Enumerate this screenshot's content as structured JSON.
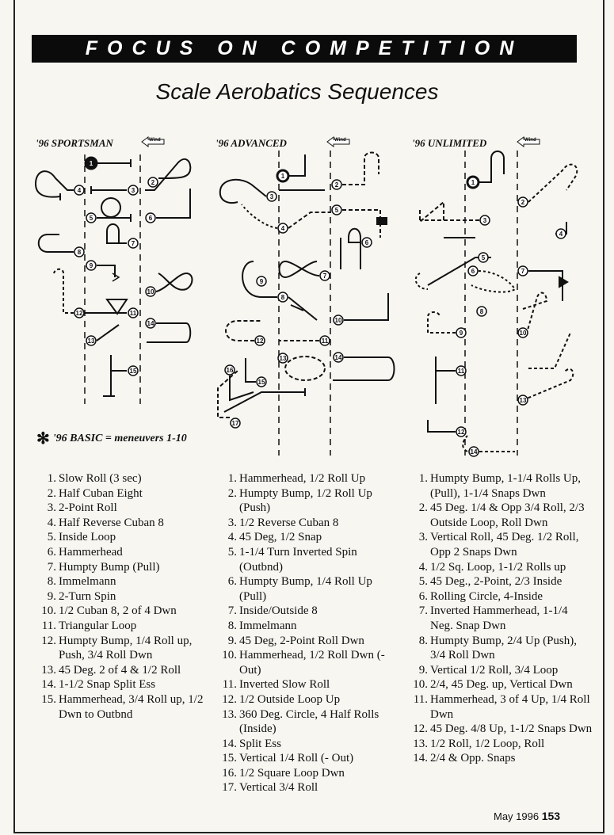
{
  "header": {
    "banner": "FOCUS ON COMPETITION",
    "title": "Scale Aerobatics Sequences"
  },
  "wind_label": "Wind",
  "columns": [
    {
      "heading": "'96 SPORTSMAN",
      "figure_numbers": [
        "1",
        "2",
        "3",
        "4",
        "5",
        "6",
        "7",
        "8",
        "9",
        "10",
        "11",
        "12",
        "13",
        "14",
        "15"
      ],
      "maneuvers": [
        "Slow Roll (3 sec)",
        "Half Cuban Eight",
        "2-Point Roll",
        "Half Reverse Cuban 8",
        "Inside Loop",
        "Hammerhead",
        "Humpty Bump (Pull)",
        "Immelmann",
        "2-Turn Spin",
        "1/2 Cuban 8, 2 of 4 Dwn",
        "Triangular Loop",
        "Humpty Bump, 1/4 Roll up, Push, 3/4 Roll Dwn",
        "45 Deg. 2 of 4 & 1/2 Roll",
        "1-1/2 Snap Split Ess",
        "Hammerhead, 3/4 Roll up, 1/2 Dwn to Outbnd"
      ]
    },
    {
      "heading": "'96 ADVANCED",
      "figure_numbers": [
        "1",
        "2",
        "3",
        "4",
        "5",
        "6",
        "7",
        "8",
        "9",
        "10",
        "11",
        "12",
        "13",
        "14",
        "15",
        "16",
        "17"
      ],
      "maneuvers": [
        "Hammerhead, 1/2 Roll Up",
        "Humpty Bump, 1/2 Roll Up (Push)",
        "1/2 Reverse Cuban 8",
        "45 Deg, 1/2 Snap",
        "1-1/4 Turn Inverted Spin (Outbnd)",
        "Humpty Bump, 1/4 Roll Up (Pull)",
        "Inside/Outside 8",
        "Immelmann",
        "45 Deg, 2-Point Roll Dwn",
        "Hammerhead, 1/2 Roll Dwn (- Out)",
        "Inverted Slow Roll",
        "1/2 Outside Loop Up",
        "360 Deg. Circle, 4 Half Rolls (Inside)",
        "Split Ess",
        "Vertical 1/4 Roll (- Out)",
        "1/2 Square Loop Dwn",
        "Vertical 3/4 Roll"
      ]
    },
    {
      "heading": "'96 UNLIMITED",
      "figure_numbers": [
        "1",
        "2",
        "3",
        "4",
        "5",
        "6",
        "7",
        "8",
        "9",
        "10",
        "11",
        "12",
        "13",
        "14"
      ],
      "maneuvers": [
        "Humpty Bump, 1-1/4 Rolls Up, (Pull), 1-1/4 Snaps Dwn",
        "45 Deg. 1/4 & Opp 3/4 Roll, 2/3 Outside Loop, Roll Dwn",
        "Vertical Roll, 45 Deg. 1/2 Roll, Opp 2 Snaps Dwn",
        "1/2 Sq. Loop, 1-1/2 Rolls up",
        "45 Deg., 2-Point, 2/3 Inside",
        "Rolling Circle, 4-Inside",
        "Inverted Hammerhead, 1-1/4 Neg. Snap Dwn",
        "Humpty Bump, 2/4 Up (Push), 3/4 Roll Dwn",
        "Vertical 1/2 Roll, 3/4 Loop",
        "2/4, 45 Deg. up, Vertical Dwn",
        "Hammerhead, 3 of 4 Up, 1/4 Roll Dwn",
        "45 Deg. 4/8 Up, 1-1/2 Snaps Dwn",
        "1/2 Roll, 1/2 Loop, Roll",
        "2/4 & Opp. Snaps"
      ]
    }
  ],
  "basic_note": "'96 BASIC = meneuvers 1-10",
  "footer": {
    "issue": "May 1996",
    "page": "153"
  }
}
